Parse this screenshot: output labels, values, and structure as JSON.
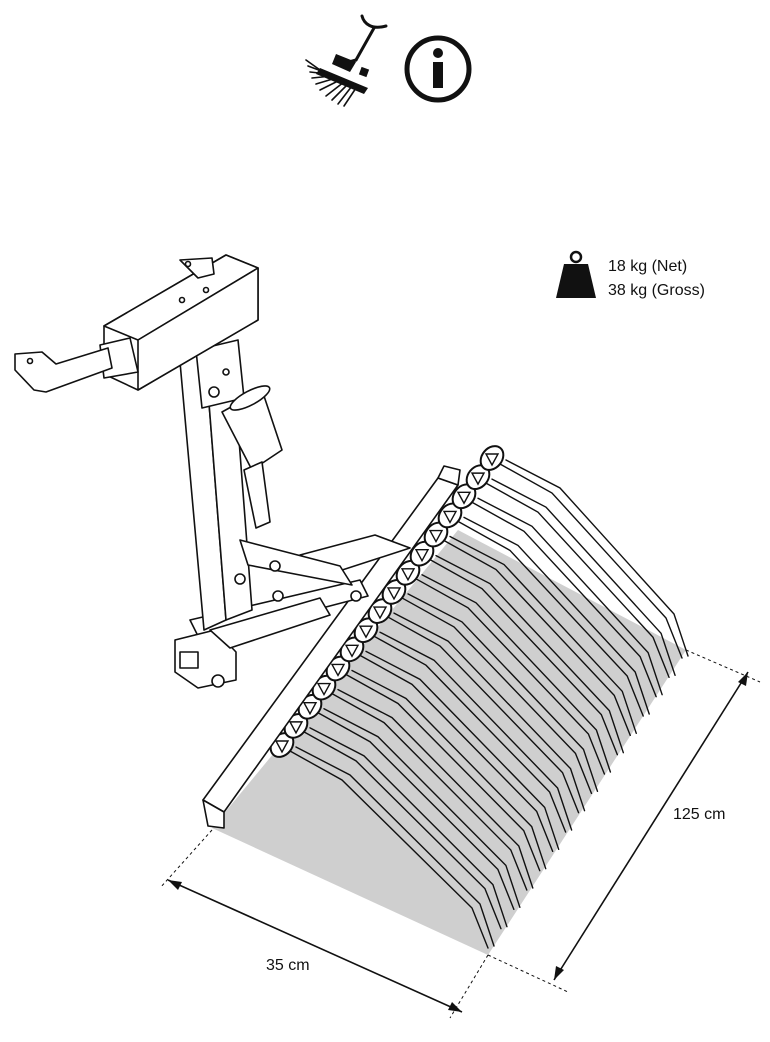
{
  "icons": {
    "attachment": "rake-attachment-icon",
    "info": "info-icon",
    "weight": "weight-icon"
  },
  "weight": {
    "net": "18 kg (Net)",
    "gross": "38 kg (Gross)"
  },
  "dimensions": {
    "width": "35 cm",
    "length": "125 cm"
  },
  "colors": {
    "shading": "#cfcfcf",
    "line": "#111111"
  }
}
